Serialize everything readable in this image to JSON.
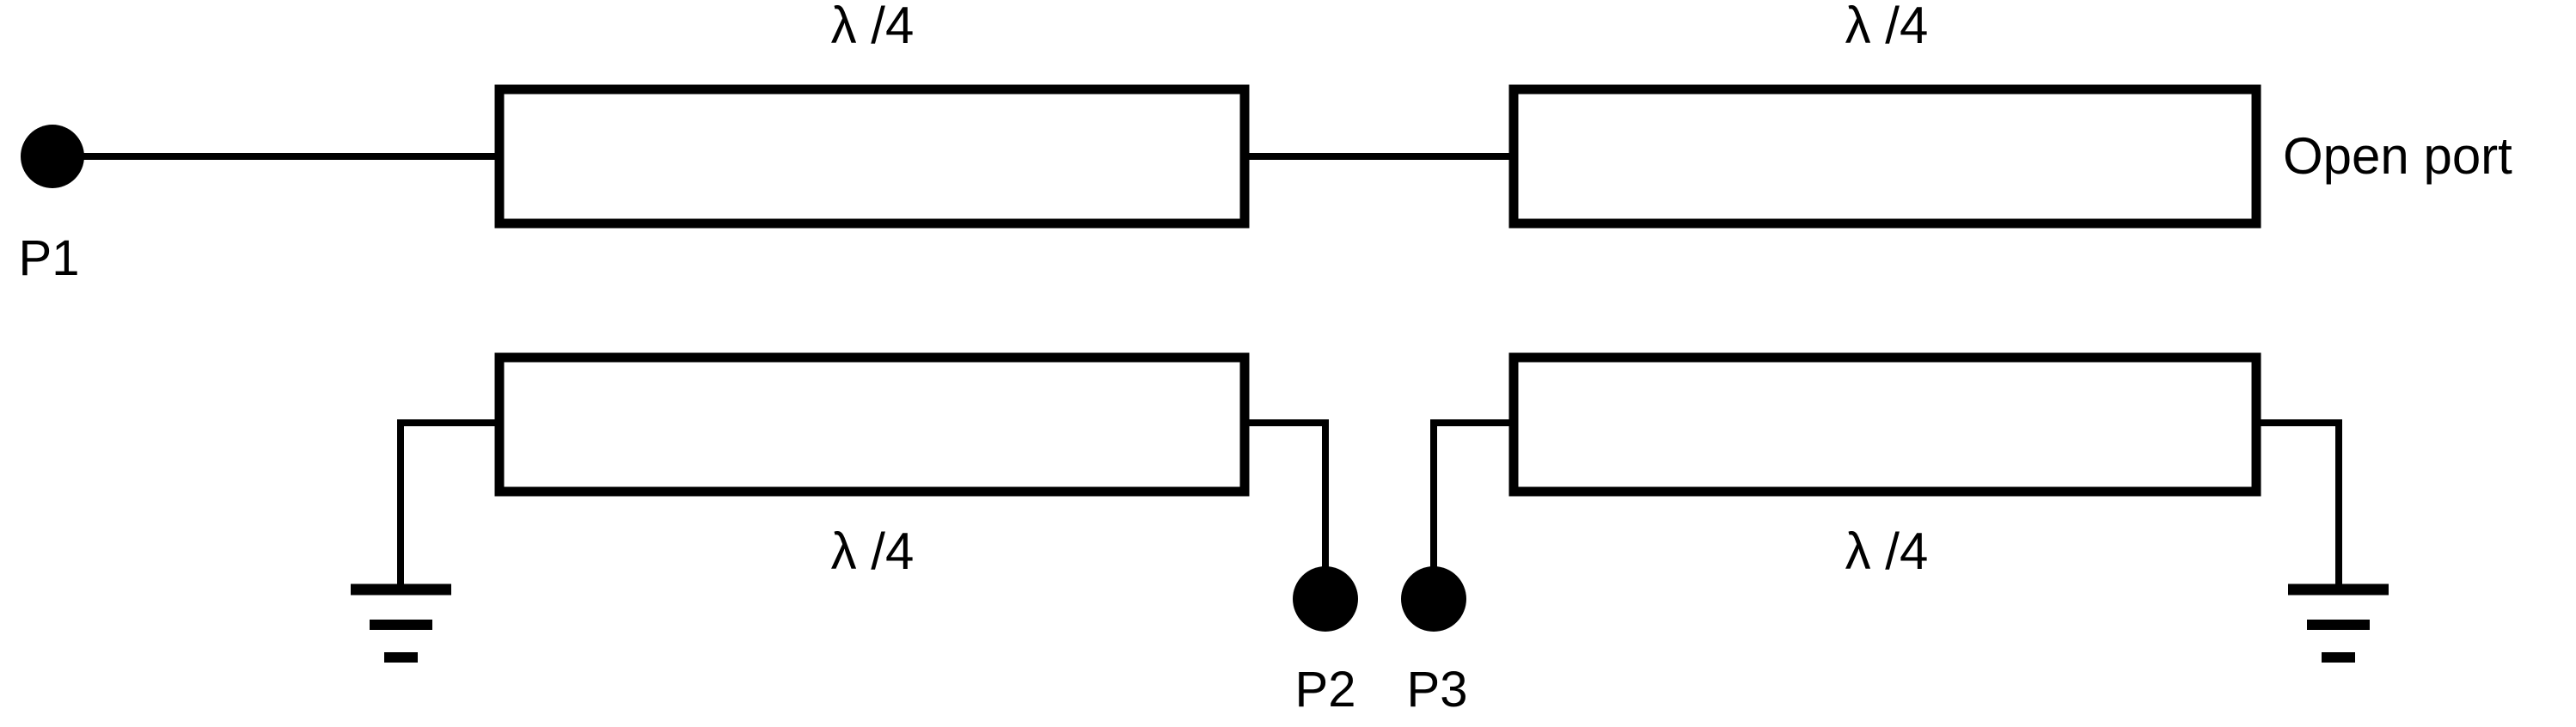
{
  "diagram": {
    "title": "Quarter-wave transmission line network schematic",
    "stroke_color": "#000000",
    "background_color": "#ffffff",
    "labels": {
      "tline_top_left": "λ /4",
      "tline_top_right": "λ /4",
      "tline_bottom_left": "λ /4",
      "tline_bottom_right": "λ /4",
      "port_1": "P1",
      "port_2": "P2",
      "port_3": "P3",
      "open_port": "Open port"
    },
    "ports": [
      {
        "name": "P1",
        "label": "P1",
        "type": "terminal-dot"
      },
      {
        "name": "P2",
        "label": "P2",
        "type": "terminal-dot"
      },
      {
        "name": "P3",
        "label": "P3",
        "type": "terminal-dot"
      },
      {
        "name": "open",
        "label": "Open port",
        "type": "open-termination"
      }
    ],
    "transmission_lines": [
      {
        "id": "tl-top-left",
        "label": "λ /4",
        "label_position": "above"
      },
      {
        "id": "tl-top-right",
        "label": "λ /4",
        "label_position": "above"
      },
      {
        "id": "tl-bottom-left",
        "label": "λ /4",
        "label_position": "below"
      },
      {
        "id": "tl-bottom-right",
        "label": "λ /4",
        "label_position": "below"
      }
    ],
    "grounds": [
      {
        "id": "ground-left",
        "bars": 3
      },
      {
        "id": "ground-right",
        "bars": 3
      }
    ]
  }
}
